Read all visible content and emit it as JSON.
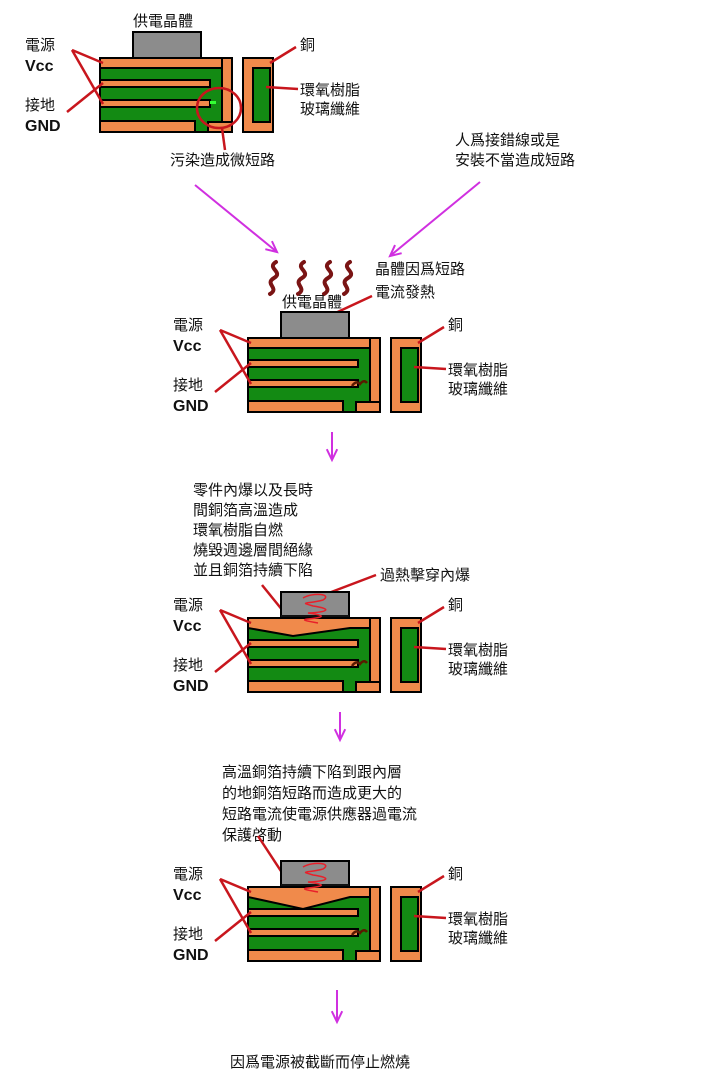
{
  "colors": {
    "copper": "#f08a4b",
    "resin": "#138a13",
    "chip": "#8c8c8c",
    "outline": "#000000",
    "pointer": "#c8161d",
    "arrow": "#d030e0",
    "smoke": "#7a1414"
  },
  "labels": {
    "chip": "供電晶體",
    "vcc_cn": "電源",
    "vcc_en": "Vcc",
    "gnd_cn": "接地",
    "gnd_en": "GND",
    "copper": "銅",
    "resin_1": "環氧樹脂",
    "resin_2": "玻璃纖維"
  },
  "stage1": {
    "contamination": "污染造成微短路"
  },
  "cause_wiring": [
    "人爲接錯線或是",
    "安裝不當造成短路"
  ],
  "stage2": {
    "heat_note": [
      "晶體因爲短路",
      "電流發熱"
    ]
  },
  "stage3": {
    "note": [
      "零件內爆以及長時",
      "間銅箔高溫造成",
      "環氧樹脂自燃",
      "燒毀週邊層間絕緣",
      "並且銅箔持續下陷"
    ],
    "implode": "過熱擊穿內爆"
  },
  "stage4": {
    "note": [
      "高溫銅箔持續下陷到跟內層",
      "的地銅箔短路而造成更大的",
      "短路電流使電源供應器過電流",
      "保護啓動"
    ]
  },
  "conclusion": "因爲電源被截斷而停止燃燒"
}
